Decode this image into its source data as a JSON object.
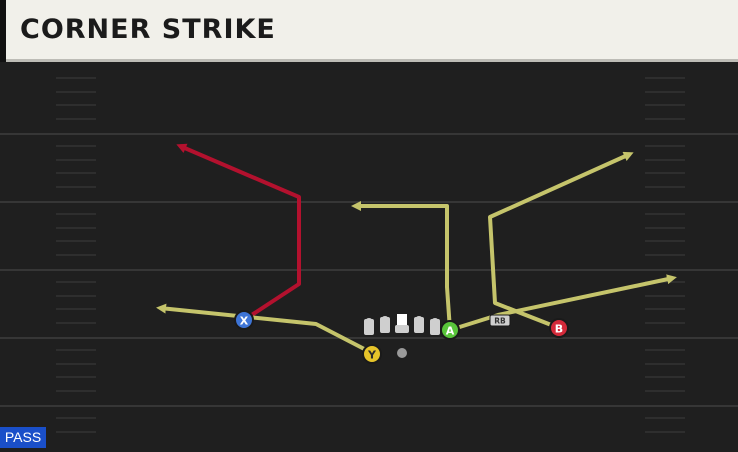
{
  "play": {
    "title": "CORNER STRIKE",
    "type_badge": "PASS"
  },
  "players": {
    "x": {
      "glyph": "X",
      "color": "#3d74d6"
    },
    "y": {
      "glyph": "Y",
      "color": "#e6c42a"
    },
    "a": {
      "glyph": "A",
      "color": "#58c43a"
    },
    "b": {
      "glyph": "B",
      "color": "#d42a3a"
    },
    "rb": {
      "glyph": "RB",
      "color": "#cfcfcf"
    }
  },
  "route_colors": {
    "primary": "#b3112e",
    "standard": "#c5c46b"
  }
}
